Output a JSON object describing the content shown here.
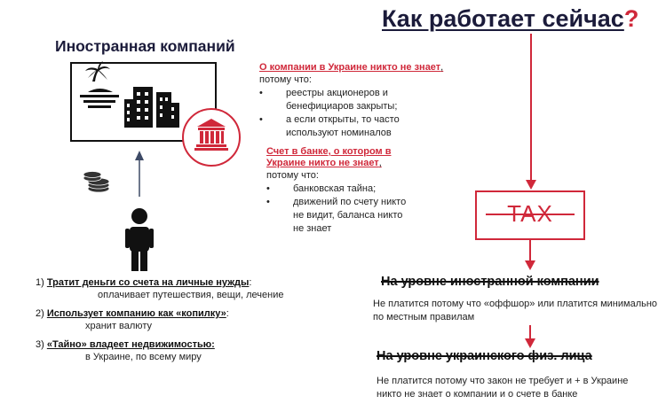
{
  "title": {
    "main": "Как работает сейчас",
    "qmark": "?"
  },
  "left": {
    "company_heading": "Иностранная компаний",
    "people": [
      {
        "num": "1) ",
        "bold": "Тратит деньги со счета на личные нужды",
        "colon": ":",
        "sub": "оплачивает путешествия, вещи, лечение"
      },
      {
        "num": "2) ",
        "bold": "Использует компанию как «копилку»",
        "colon": ":",
        "sub": "хранит валюту"
      },
      {
        "num": "3) ",
        "bold": "«Тайно» владеет недвижимостью:",
        "colon": "",
        "sub": "в Украине, по всему миру"
      }
    ]
  },
  "middle": {
    "block1": {
      "title": "О компании в Украине никто не знает",
      "comma": ",",
      "intro": "потому что:",
      "bullets": [
        "реестры акционеров и бенефициаров закрыты;",
        "а если открыты, то часто используют номиналов"
      ]
    },
    "block2": {
      "title": "Счет в банке, о котором в Украине никто не знает",
      "comma": ",",
      "intro": "потому что:",
      "bullets": [
        "банковская тайна;",
        "движений по счету никто не видит, баланса никто не знает"
      ]
    }
  },
  "right": {
    "tax_label": "TAX",
    "level1": {
      "heading": "На уровне иностранной компании",
      "text": "Не платится потому что «оффшор» или платится минимально по местным правилам"
    },
    "level2": {
      "heading": "На уровне украинского физ. лица",
      "text": "Не платится потому что закон не требует и + в Украине никто не знает о компании и о счете в банке"
    }
  },
  "colors": {
    "accent_red": "#d0283a",
    "navy": "#1b1b3a",
    "arrow_blue": "#3d4a66"
  },
  "icons": [
    "palm-island-icon",
    "buildings-icon",
    "bank-icon",
    "coins-icon",
    "person-icon"
  ]
}
